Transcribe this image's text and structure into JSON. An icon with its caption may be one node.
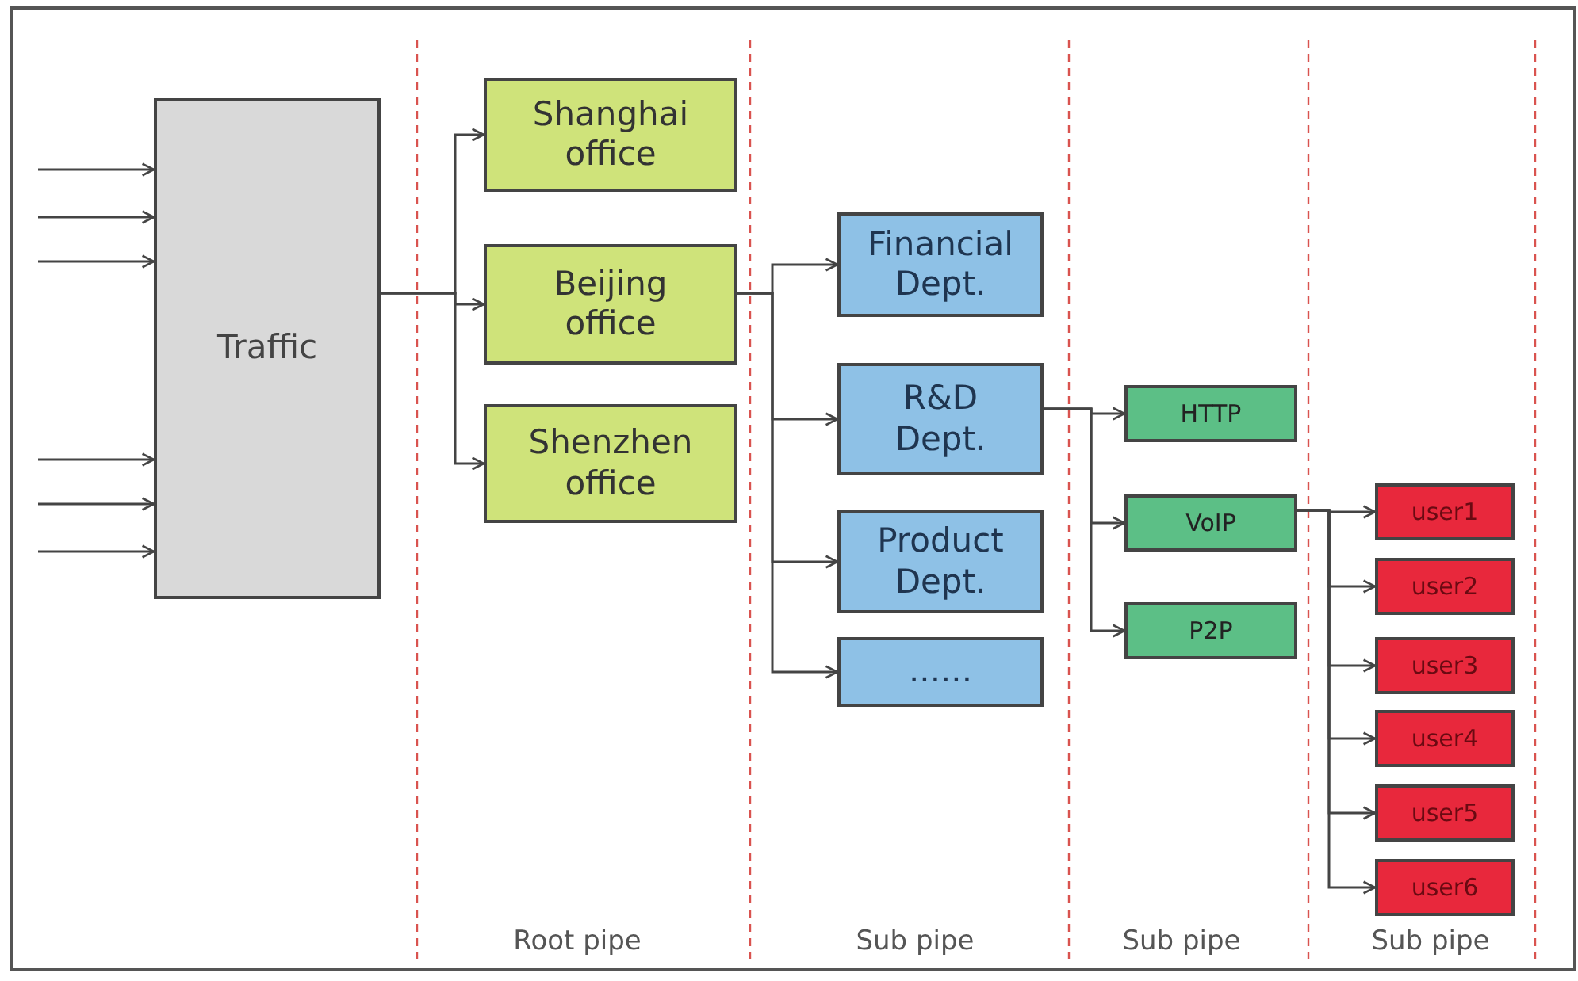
{
  "diagram": {
    "nodes": [
      {
        "text": [
          "Traffic"
        ]
      },
      {
        "text": [
          "Shanghai office"
        ]
      },
      {
        "text": [
          "Beijing office"
        ]
      },
      {
        "text": [
          "Shenzhen office"
        ]
      },
      {
        "text": [
          "Financial Dept."
        ]
      },
      {
        "text": [
          "R&D Dept."
        ]
      },
      {
        "text": [
          "Product Dept."
        ]
      },
      {
        "text": [
          "......"
        ]
      },
      {
        "text": [
          "HTTP"
        ]
      },
      {
        "text": [
          "VoIP"
        ]
      },
      {
        "text": [
          "P2P"
        ]
      },
      {
        "text": [
          "user1"
        ]
      },
      {
        "text": [
          "user2"
        ]
      },
      {
        "text": [
          "user3"
        ]
      },
      {
        "text": [
          "user4"
        ]
      },
      {
        "text": [
          "user5"
        ]
      },
      {
        "text": [
          "user6"
        ]
      }
    ],
    "edges": [
      {
        "from": null,
        "to": 0,
        "arrow": "to"
      },
      {
        "from": null,
        "to": 0,
        "arrow": "to"
      },
      {
        "from": null,
        "to": 0,
        "arrow": "to"
      },
      {
        "from": null,
        "to": 0,
        "arrow": "to"
      },
      {
        "from": null,
        "to": 0,
        "arrow": "to"
      },
      {
        "from": null,
        "to": 0,
        "arrow": "to"
      },
      {
        "from": 0,
        "to": 1,
        "arrow": "to"
      },
      {
        "from": 0,
        "to": 2,
        "arrow": "to"
      },
      {
        "from": 0,
        "to": 3,
        "arrow": "to"
      },
      {
        "from": 2,
        "to": 4,
        "arrow": "to"
      },
      {
        "from": 2,
        "to": 5,
        "arrow": "to"
      },
      {
        "from": 2,
        "to": 6,
        "arrow": "to"
      },
      {
        "from": 2,
        "to": 7,
        "arrow": "to"
      },
      {
        "from": 5,
        "to": 8,
        "arrow": "to"
      },
      {
        "from": 5,
        "to": 9,
        "arrow": "to"
      },
      {
        "from": 5,
        "to": 10,
        "arrow": "to"
      },
      {
        "from": 9,
        "to": 11,
        "arrow": "to"
      },
      {
        "from": 9,
        "to": 12,
        "arrow": "to"
      },
      {
        "from": 9,
        "to": 13,
        "arrow": "to"
      },
      {
        "from": 9,
        "to": 14,
        "arrow": "to"
      },
      {
        "from": 9,
        "to": 15,
        "arrow": "to"
      },
      {
        "from": 9,
        "to": 16,
        "arrow": "to"
      }
    ],
    "labels": [
      "Root pipe",
      "Sub pipe",
      "Sub pipe",
      "Sub pipe"
    ]
  }
}
